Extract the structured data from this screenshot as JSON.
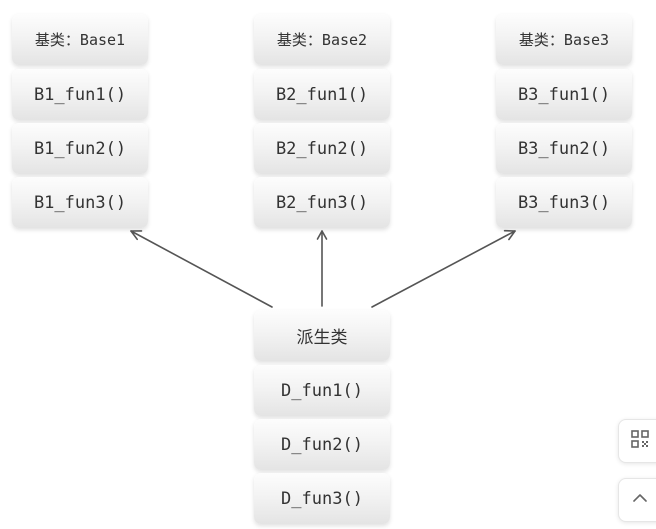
{
  "diagram": {
    "base_classes": [
      {
        "title": "基类：Base1",
        "methods": [
          "B1_fun1()",
          "B1_fun2()",
          "B1_fun3()"
        ]
      },
      {
        "title": "基类：Base2",
        "methods": [
          "B2_fun1()",
          "B2_fun2()",
          "B2_fun3()"
        ]
      },
      {
        "title": "基类：Base3",
        "methods": [
          "B3_fun1()",
          "B3_fun2()",
          "B3_fun3()"
        ]
      }
    ],
    "derived_class": {
      "title": "派生类",
      "methods": [
        "D_fun1()",
        "D_fun2()",
        "D_fun3()"
      ]
    }
  },
  "side_toolbar": {
    "qr_icon": "qr-code-icon",
    "top_icon": "chevron-up-icon"
  },
  "colors": {
    "box_text": "#333333",
    "arrow": "#555555"
  }
}
